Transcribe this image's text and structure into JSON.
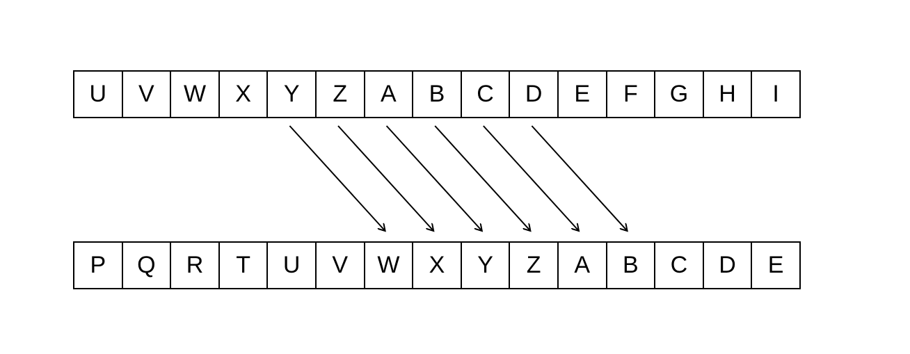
{
  "top_row": [
    "U",
    "V",
    "W",
    "X",
    "Y",
    "Z",
    "A",
    "B",
    "C",
    "D",
    "E",
    "F",
    "G",
    "H",
    "I"
  ],
  "bottom_row": [
    "P",
    "Q",
    "R",
    "T",
    "U",
    "V",
    "W",
    "X",
    "Y",
    "Z",
    "A",
    "B",
    "C",
    "D",
    "E"
  ],
  "arrows": [
    {
      "from_top_index": 4,
      "to_bottom_index": 6
    },
    {
      "from_top_index": 5,
      "to_bottom_index": 7
    },
    {
      "from_top_index": 6,
      "to_bottom_index": 8
    },
    {
      "from_top_index": 7,
      "to_bottom_index": 9
    },
    {
      "from_top_index": 8,
      "to_bottom_index": 10
    },
    {
      "from_top_index": 9,
      "to_bottom_index": 11
    }
  ],
  "colors": {
    "stroke": "#000000",
    "background": "#ffffff"
  }
}
